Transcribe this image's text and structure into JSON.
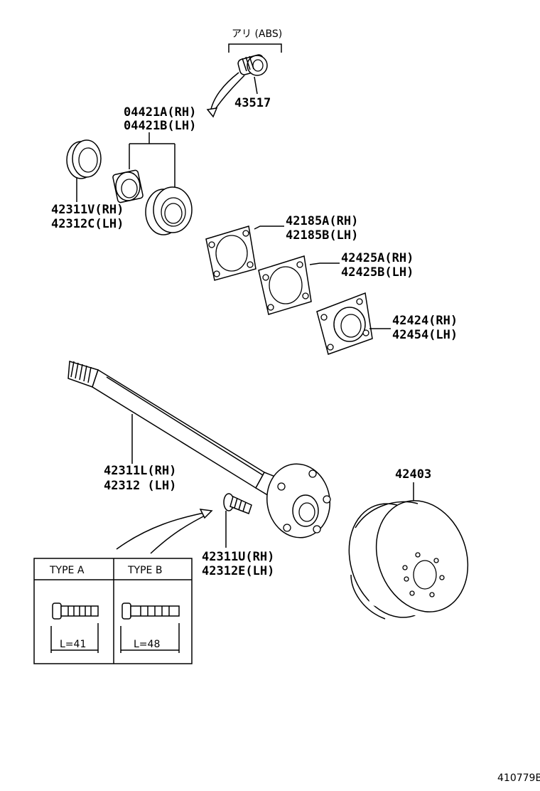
{
  "labels": {
    "abs_note": "アリ (ABS)",
    "p43517": "43517",
    "p04421a": "04421A(RH)",
    "p04421b": "04421B(LH)",
    "p42311v": "42311V(RH)",
    "p42312c": "42312C(LH)",
    "p42185a": "42185A(RH)",
    "p42185b": "42185B(LH)",
    "p42425a": "42425A(RH)",
    "p42425b": "42425B(LH)",
    "p42424": "42424(RH)",
    "p42454": "42454(LH)",
    "p42311l": "42311L(RH)",
    "p42312": "42312  (LH)",
    "p42403": "42403",
    "p42311u": "42311U(RH)",
    "p42312e": "42312E(LH)"
  },
  "type_table": {
    "type_a": "TYPE  A",
    "type_b": "TYPE  B",
    "len_a": "L=41",
    "len_b": "L=48"
  },
  "illustration_code": "410779B"
}
